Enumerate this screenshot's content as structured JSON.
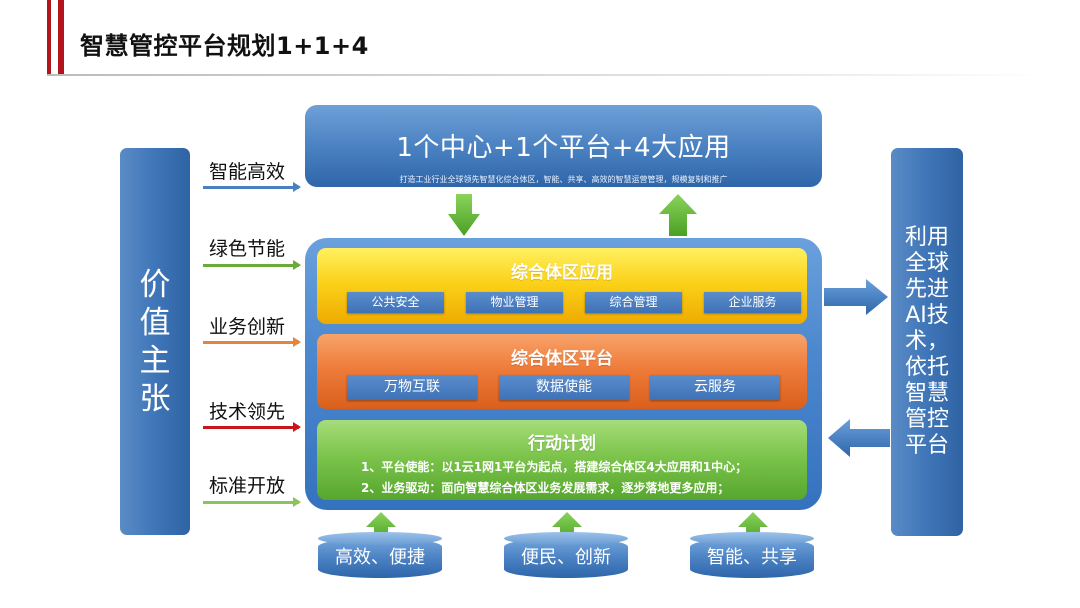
{
  "header": {
    "title": "智慧管控平台规划1+1+4"
  },
  "left_panel": {
    "text": "价值主张"
  },
  "right_panel": {
    "text": "利用全球先进AI技术，依托智慧管控平台"
  },
  "left_labels": [
    {
      "text": "智能高效",
      "arrow_color": "#4a7fc0"
    },
    {
      "text": "绿色节能",
      "arrow_color": "#6aaa3a"
    },
    {
      "text": "业务创新",
      "arrow_color": "#e4843e"
    },
    {
      "text": "技术领先",
      "arrow_color": "#c8161d"
    },
    {
      "text": "标准开放",
      "arrow_color": "#8cc35a"
    }
  ],
  "top_box": {
    "title": "1个中心+1个平台+4大应用",
    "subtitle": "打造工业行业全球领先智慧化综合体区，智能、共享、高效的智慧运营管理，规模复制和推广"
  },
  "layers": {
    "application": {
      "title": "综合体区应用",
      "items": [
        "公共安全",
        "物业管理",
        "综合管理",
        "企业服务"
      ]
    },
    "platform": {
      "title": "综合体区平台",
      "items": [
        "万物互联",
        "数据使能",
        "云服务"
      ]
    },
    "action": {
      "title": "行动计划",
      "lines": [
        "1、平台使能：以1云1网1平台为起点，搭建综合体区4大应用和1中心；",
        "2、业务驱动：面向智慧综合体区业务发展需求，逐步落地更多应用；"
      ]
    }
  },
  "bottom": [
    "高效、便捷",
    "便民、创新",
    "智能、共享"
  ],
  "colors": {
    "accent_red": "#b3131b",
    "panel_blue": "#3f76b8",
    "arrow_green": "#5cb135"
  }
}
